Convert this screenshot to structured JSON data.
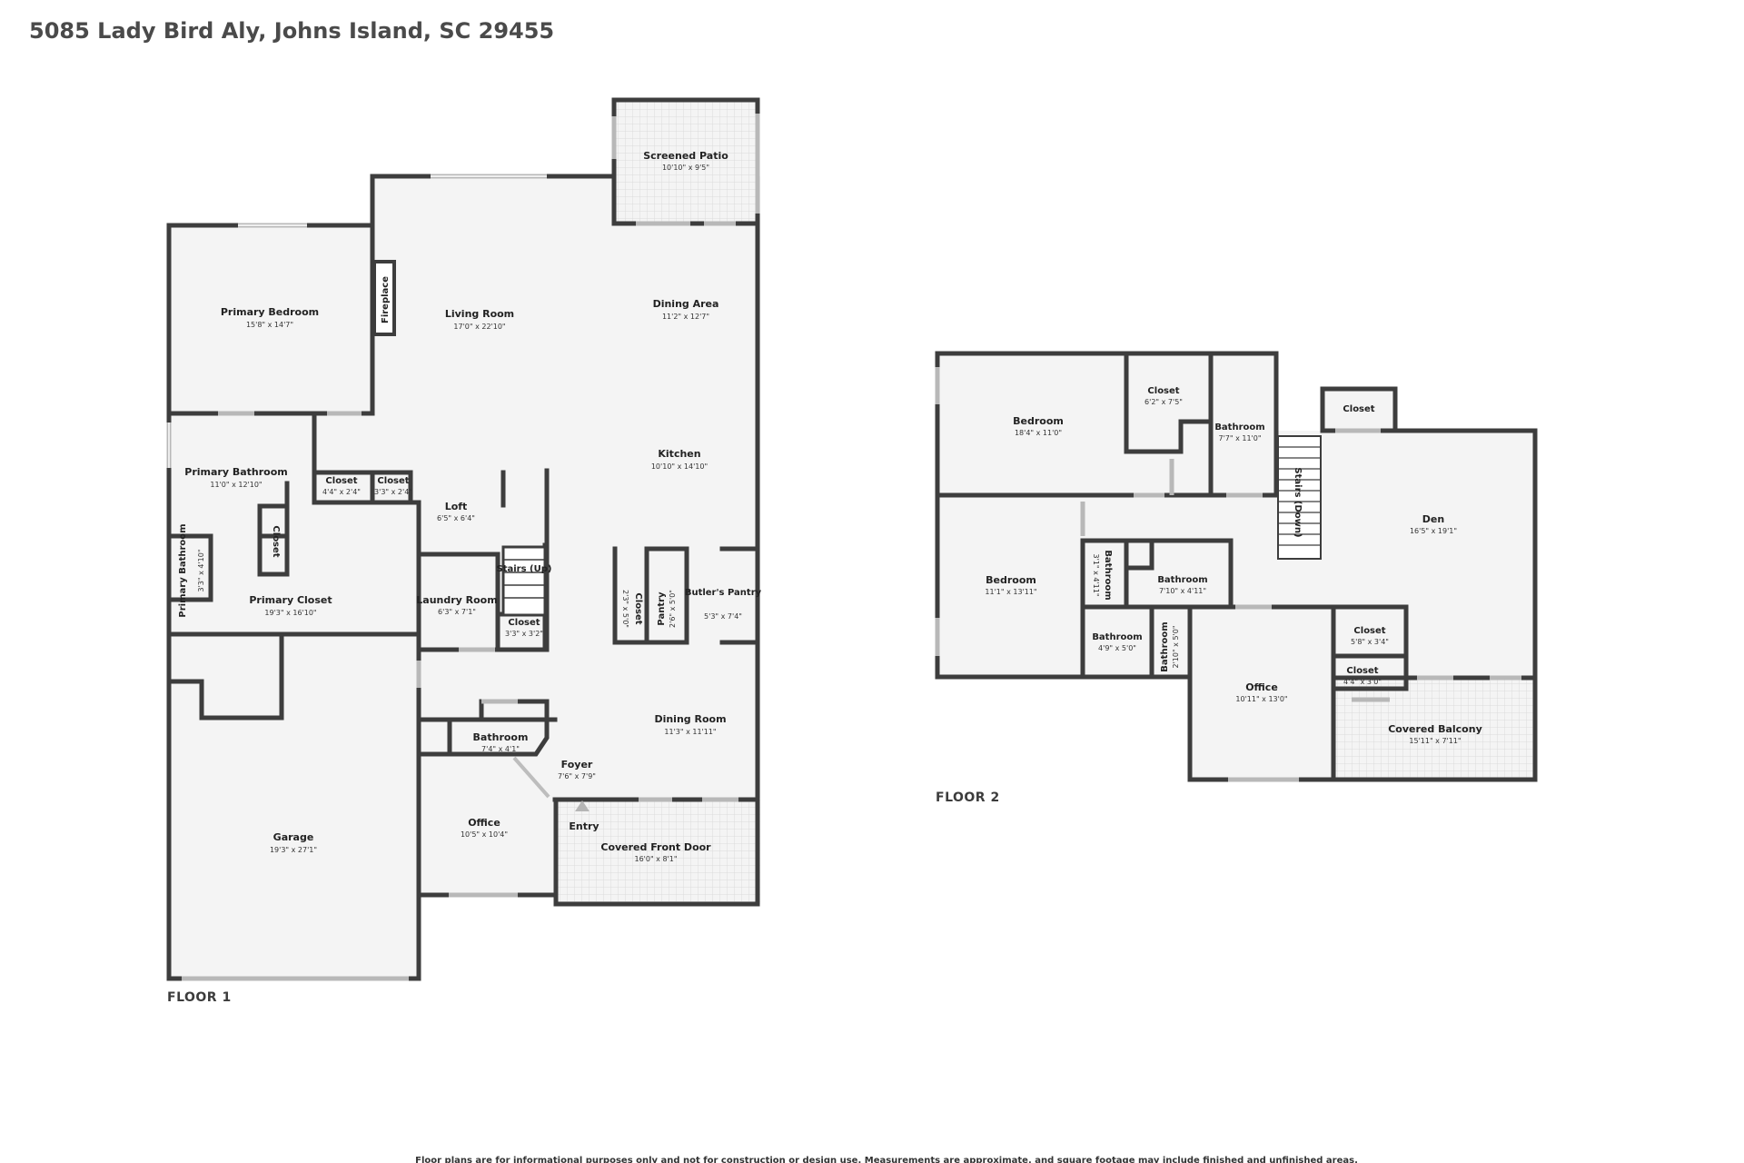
{
  "address": "5085 Lady Bird Aly, Johns Island, SC 29455",
  "floor1_label": "FLOOR 1",
  "floor2_label": "FLOOR 2",
  "disclaimer": "Floor plans are for informational purposes only and not for construction or design use. Measurements are approximate, and square footage may include finished and unfinished areas.",
  "floor1_rooms": [
    {
      "name": "Screened Patio",
      "dims": "10'10\" x 9'5\""
    },
    {
      "name": "Primary Bedroom",
      "dims": "15'8\" x 14'7\""
    },
    {
      "name": "Fireplace",
      "dims": ""
    },
    {
      "name": "Living Room",
      "dims": "17'0\" x 22'10\""
    },
    {
      "name": "Dining Area",
      "dims": "11'2\" x 12'7\""
    },
    {
      "name": "Primary Bathroom",
      "dims": "11'0\" x 12'10\""
    },
    {
      "name": "Closet",
      "dims": "4'4\" x 2'4\""
    },
    {
      "name": "Closet",
      "dims": "3'3\" x 2'4\""
    },
    {
      "name": "Kitchen",
      "dims": "10'10\" x 14'10\""
    },
    {
      "name": "Loft",
      "dims": "6'5\" x 6'4\""
    },
    {
      "name": "Closet",
      "dims": ""
    },
    {
      "name": "Primary Bathroom",
      "dims": "3'3\" x 4'10\""
    },
    {
      "name": "Stairs (Up)",
      "dims": ""
    },
    {
      "name": "Laundry Room",
      "dims": "6'3\" x 7'1\""
    },
    {
      "name": "Primary Closet",
      "dims": "19'3\" x 16'10\""
    },
    {
      "name": "Closet",
      "dims": "3'3\" x 3'2\""
    },
    {
      "name": "Closet",
      "dims": "2'3\" x 5'0\""
    },
    {
      "name": "Pantry",
      "dims": "2'6\" x 5'0\""
    },
    {
      "name": "Butler's Pantry",
      "dims": "5'3\" x 7'4\""
    },
    {
      "name": "Dining Room",
      "dims": "11'3\" x 11'11\""
    },
    {
      "name": "Bathroom",
      "dims": "7'4\" x 4'1\""
    },
    {
      "name": "Foyer",
      "dims": "7'6\" x 7'9\""
    },
    {
      "name": "Garage",
      "dims": "19'3\" x 27'1\""
    },
    {
      "name": "Office",
      "dims": "10'5\" x 10'4\""
    },
    {
      "name": "Entry",
      "dims": ""
    },
    {
      "name": "Covered Front Door",
      "dims": "16'0\" x 8'1\""
    }
  ],
  "floor2_rooms": [
    {
      "name": "Bedroom",
      "dims": "18'4\" x 11'0\""
    },
    {
      "name": "Closet",
      "dims": "6'2\" x 7'5\""
    },
    {
      "name": "Bathroom",
      "dims": "7'7\" x 11'0\""
    },
    {
      "name": "Closet",
      "dims": ""
    },
    {
      "name": "Stairs (Down)",
      "dims": ""
    },
    {
      "name": "Den",
      "dims": "16'5\" x 19'1\""
    },
    {
      "name": "Bedroom",
      "dims": "11'1\" x 13'11\""
    },
    {
      "name": "Bathroom",
      "dims": "3'1\" x 4'11\""
    },
    {
      "name": "Bathroom",
      "dims": "7'10\" x 4'11\""
    },
    {
      "name": "Bathroom",
      "dims": "4'9\" x 5'0\""
    },
    {
      "name": "Bathroom",
      "dims": "2'10\" x 5'0\""
    },
    {
      "name": "Office",
      "dims": "10'11\" x 13'0\""
    },
    {
      "name": "Closet",
      "dims": "5'8\" x 3'4\""
    },
    {
      "name": "Closet",
      "dims": "4'4\" x 3'0\""
    },
    {
      "name": "Covered Balcony",
      "dims": "15'11\" x 7'11\""
    }
  ]
}
